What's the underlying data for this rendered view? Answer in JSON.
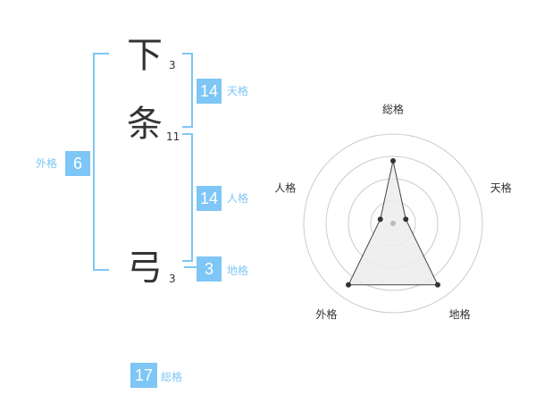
{
  "name_chars": [
    {
      "char": "下",
      "strokes": "3"
    },
    {
      "char": "条",
      "strokes": "11"
    },
    {
      "char": "弓",
      "strokes": "3"
    }
  ],
  "kakusu": {
    "tenkaku": {
      "value": "14",
      "label": "天格"
    },
    "jinkaku": {
      "value": "14",
      "label": "人格"
    },
    "chikaku": {
      "value": "3",
      "label": "地格"
    },
    "gaikaku": {
      "value": "6",
      "label": "外格"
    },
    "soukaku": {
      "value": "17",
      "label": "総格"
    }
  },
  "colors": {
    "accent": "#7ec6f6",
    "text": "#333333",
    "grid": "#cccccc",
    "fill": "#ececec"
  },
  "chart_data": {
    "type": "radar",
    "axes": [
      "総格",
      "天格",
      "地格",
      "外格",
      "人格"
    ],
    "values": [
      0.7,
      0.15,
      0.85,
      0.85,
      0.15
    ],
    "rings": 4
  }
}
